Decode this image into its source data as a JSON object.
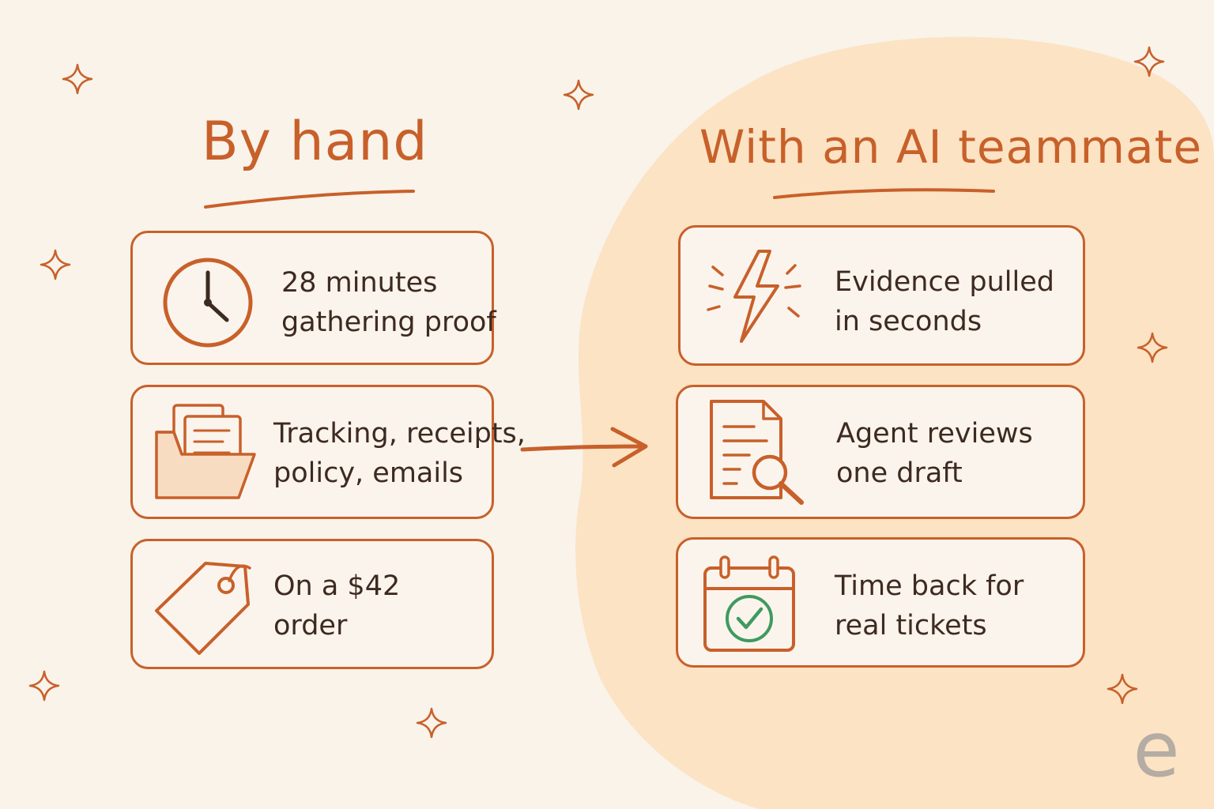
{
  "left": {
    "heading": "By hand",
    "cards": [
      {
        "icon": "clock-icon",
        "line1": "28 minutes",
        "line2": "gathering proof"
      },
      {
        "icon": "folder-icon",
        "line1": "Tracking, receipts,",
        "line2": "policy, emails"
      },
      {
        "icon": "price-tag-icon",
        "line1": "On a $42",
        "line2": "order"
      }
    ]
  },
  "right": {
    "heading": "With an AI teammate",
    "cards": [
      {
        "icon": "lightning-icon",
        "line1": "Evidence pulled",
        "line2": "in seconds"
      },
      {
        "icon": "document-search-icon",
        "line1": "Agent reviews",
        "line2": "one draft"
      },
      {
        "icon": "calendar-check-icon",
        "line1": "Time back for",
        "line2": "real tickets"
      }
    ]
  },
  "colors": {
    "accent": "#c8602a",
    "text": "#3d2a20",
    "background": "#f9f3ea",
    "blob": "#fbe3c4",
    "check": "#3f9a5f",
    "logo": "#b5aca3"
  },
  "logo": {
    "glyph": "e",
    "icon": "brand-logo-icon"
  }
}
